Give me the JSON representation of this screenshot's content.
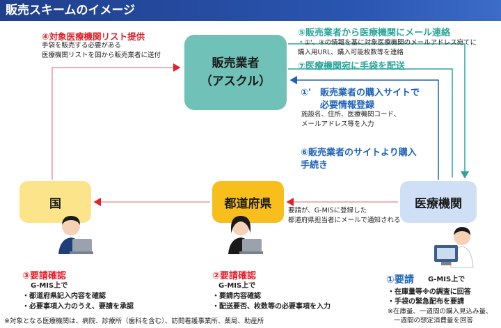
{
  "header": {
    "title": "販売スキームのイメージ"
  },
  "nodes": {
    "seller": {
      "line1": "販売業者",
      "line2": "（アスクル）"
    },
    "kuni": "国",
    "pref": "都道府県",
    "med": "医療機関"
  },
  "step4": {
    "title": "④対象医療機関リスト提供",
    "lines": [
      "手袋を販売する必要がある",
      "医療機関リストを国から販売業者に送付"
    ]
  },
  "step5": {
    "title": "⑤販売業者から医療機関にメール連絡",
    "lines": [
      "・①'、④の情報を基に対象医療機関のメールアドレス宛てに",
      "購入用URL、購入可能枚数等を連絡"
    ]
  },
  "step7": {
    "title": "⑦医療機関宛に手袋を配送"
  },
  "step1p": {
    "title1": "①'　販売業者の購入サイトで",
    "title2": "必要情報登録",
    "lines": [
      "施設名、住所、医療機関コード、",
      "メールアドレス等を入力"
    ]
  },
  "step6": {
    "title1": "⑥販売業者のサイトより購入",
    "title2": "手続き"
  },
  "notify": {
    "lines": [
      "要請が、G-MISに登録した",
      "都道府県担当者にメールで通知される"
    ]
  },
  "step3": {
    "title": "③要請確認",
    "lines": [
      "G-MIS上で",
      "・都道府県記入内容を確認",
      "・必要事項入力のうえ、要請を承認"
    ]
  },
  "step2": {
    "title": "②要請確認",
    "lines": [
      "G-MIS上で",
      "・要請内容確認",
      "・配送要否、枚数等の必要事項を入力"
    ]
  },
  "step1": {
    "title": "①要請",
    "gmis": "G-MIS上で",
    "lines": [
      "・在庫量等※の調査に回答",
      "・手袋の緊急配布を要請"
    ],
    "note": [
      "※在庫量、一週間の購入見込み量、",
      "一週間の想定消費量を回答"
    ]
  },
  "footnote": "※対象となる医療機関は、病院、診療所（歯科を含む）、訪問看護事業所、薬局、助産所",
  "colors": {
    "red": "#e0202a",
    "teal": "#2aa59a",
    "blue": "#1d62b8",
    "seller": "#70c1b7",
    "kuni": "#fbe48a",
    "pref": "#f7be1c",
    "med": "#cfe0f6"
  }
}
